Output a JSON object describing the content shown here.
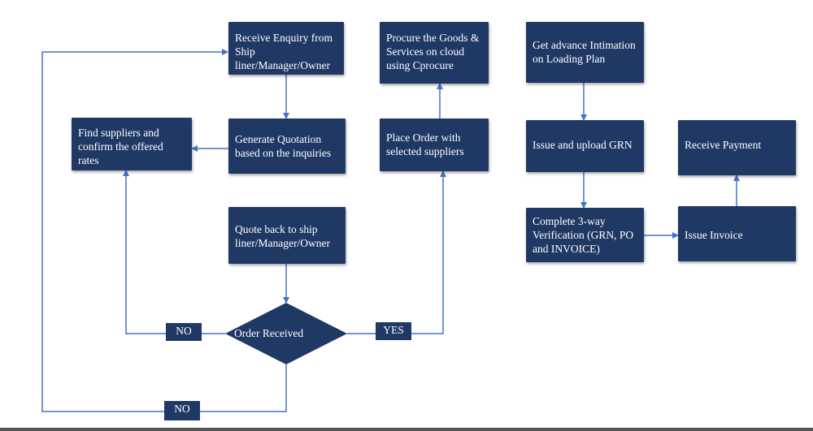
{
  "colors": {
    "node_fill": "#1f3864",
    "arrow": "#4472c4",
    "text": "#ffffff"
  },
  "nodes": {
    "receive_enquiry": "Receive  Enquiry  from Ship liner/Manager/Owner",
    "generate_quotation": "Generate  Quotation based on the inquiries",
    "find_suppliers": "Find suppliers  and confirm  the offered rates",
    "quote_back": "Quote back to ship liner/Manager/Owner",
    "order_received": "Order Received",
    "procure_goods": "Procure the Goods & Services  on cloud using  Cprocure",
    "place_order": "Place Order with selected suppliers",
    "advance_intimation": "Get advance  Intimation on Loading  Plan",
    "issue_grn": "Issue and upload  GRN",
    "verification": "Complete  3-way Verification  (GRN, PO and INVOICE)",
    "issue_invoice": "Issue Invoice",
    "receive_payment": "Receive  Payment"
  },
  "labels": {
    "no_left": "NO",
    "yes": "YES",
    "no_bottom": "NO"
  }
}
